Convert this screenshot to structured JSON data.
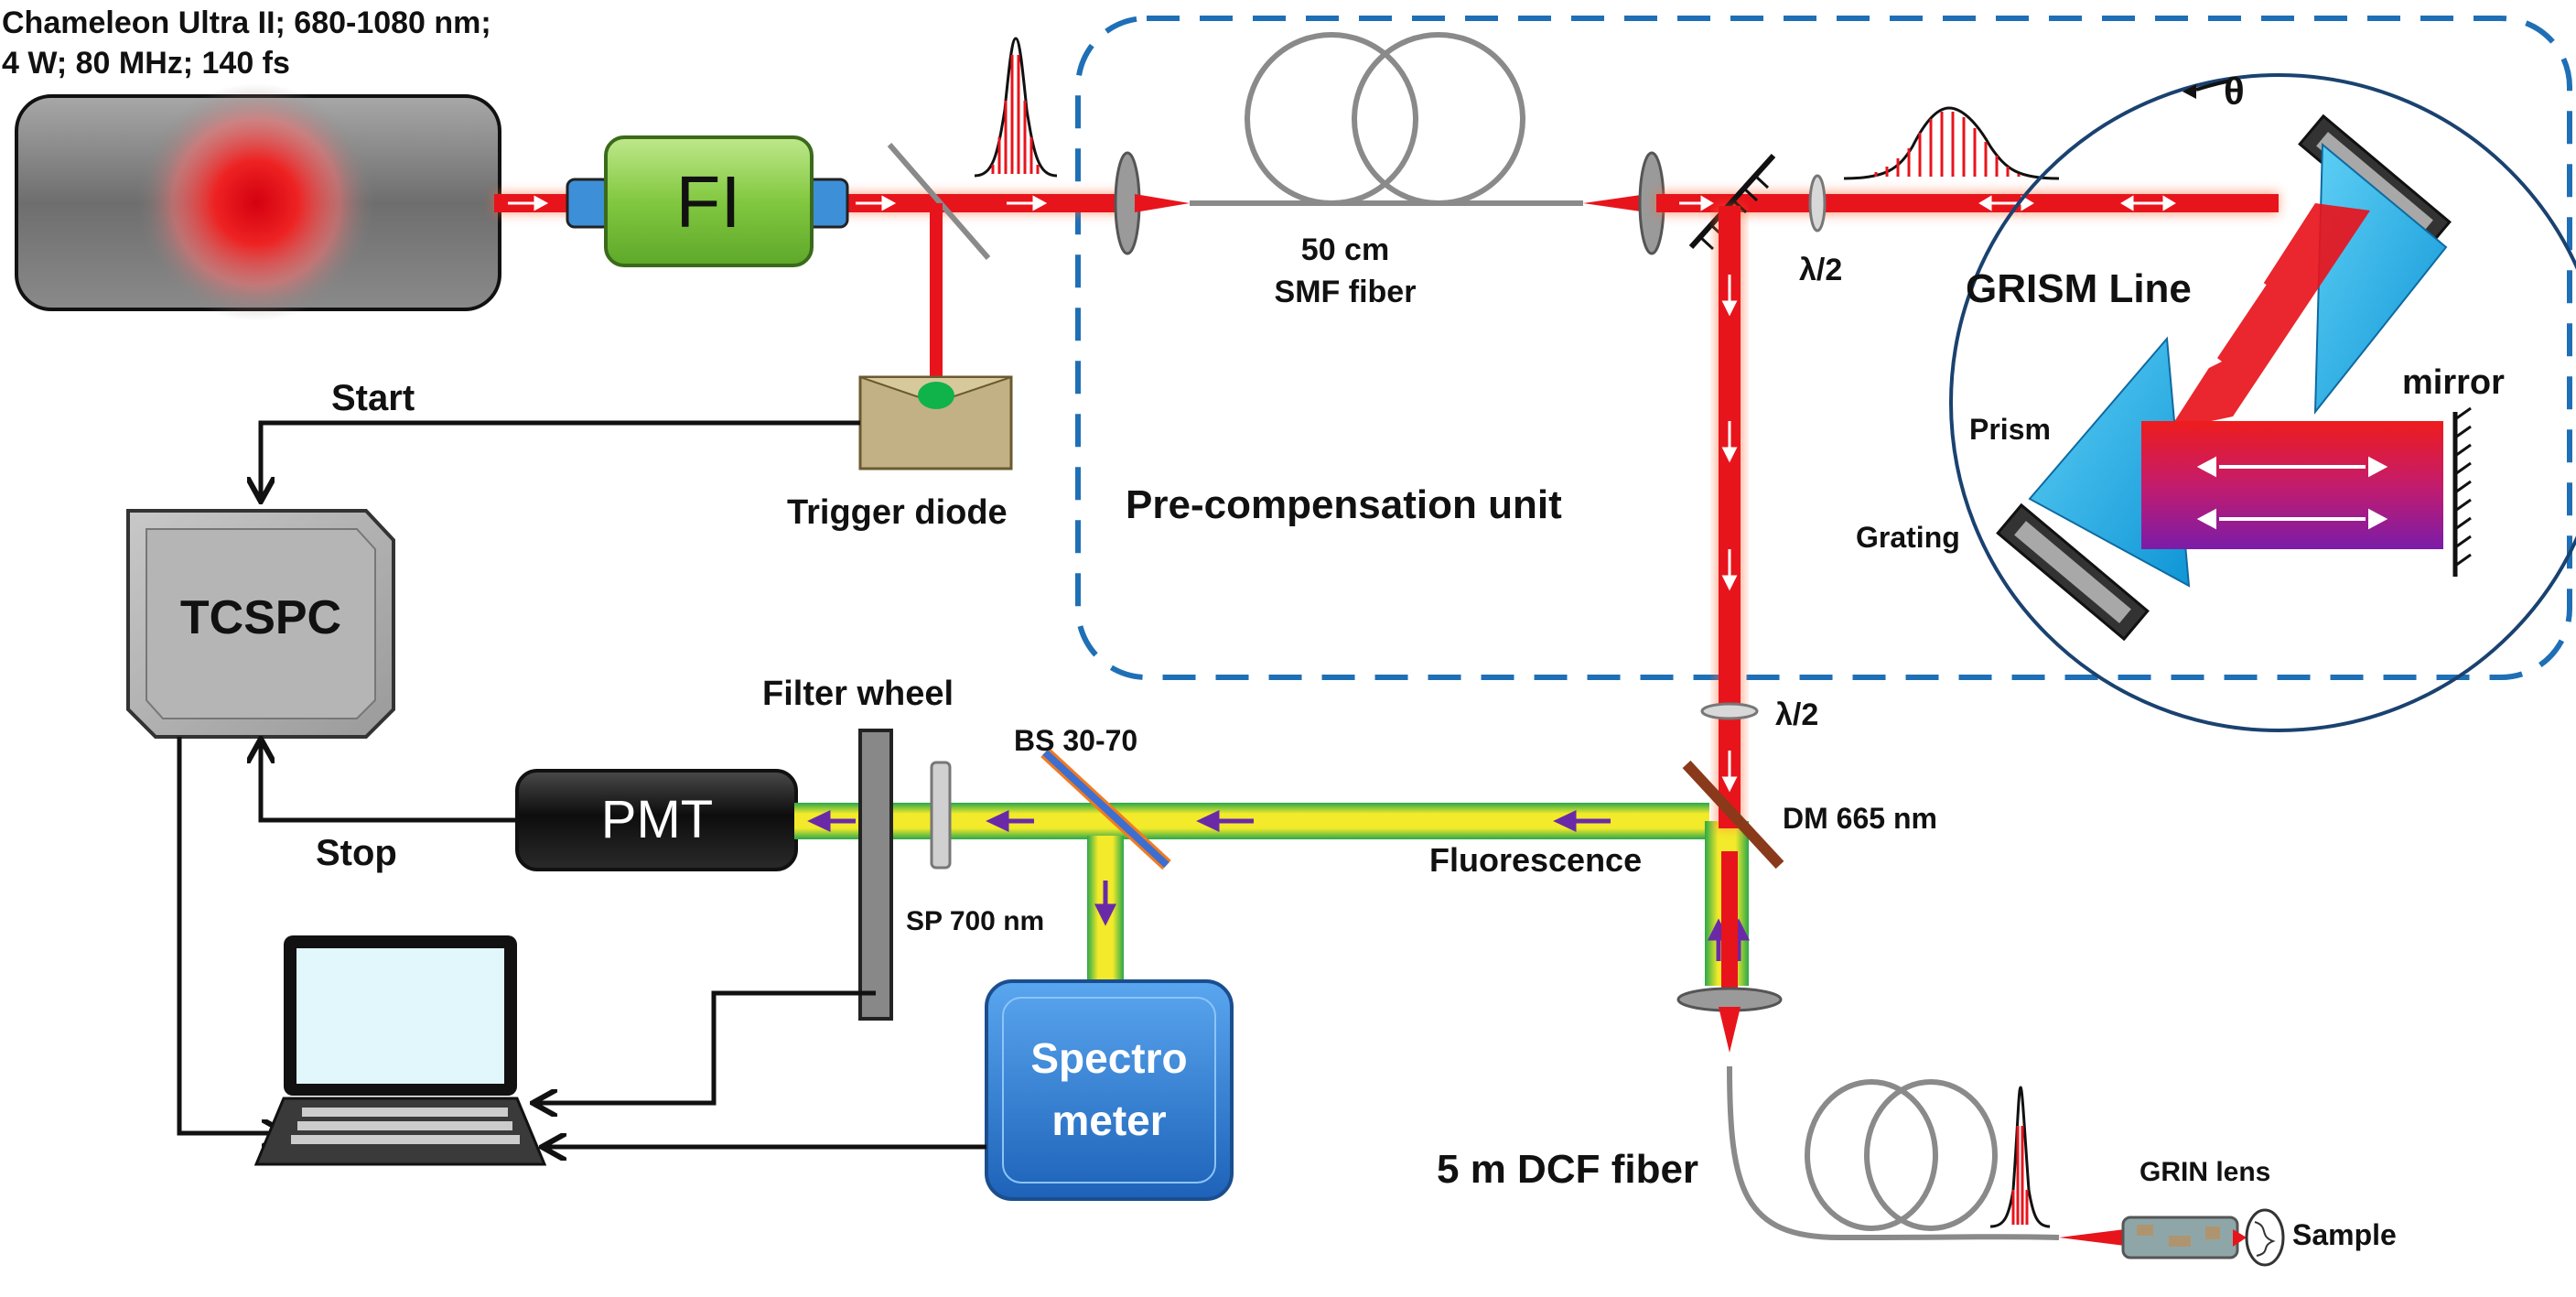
{
  "laser": {
    "spec_line1": "Chameleon Ultra II; 680-1080 nm;",
    "spec_line2": "4 W; 80 MHz; 140 fs"
  },
  "isolator": {
    "label": "FI"
  },
  "trigger": {
    "label": "Trigger diode"
  },
  "tcspc": {
    "label": "TCSPC"
  },
  "signals": {
    "start": "Start",
    "stop": "Stop"
  },
  "precomp": {
    "unit_label": "Pre-compensation unit",
    "fiber_label_1": "50 cm",
    "fiber_label_2": "SMF fiber",
    "halfwave": "λ/2"
  },
  "grism": {
    "title": "GRISM Line",
    "theta": "θ",
    "prism": "Prism",
    "grating": "Grating",
    "mirror": "mirror"
  },
  "detection": {
    "halfwave_2": "λ/2",
    "dm": "DM 665 nm",
    "fluorescence": "Fluorescence",
    "bs": "BS 30-70",
    "filter_wheel": "Filter wheel",
    "sp": "SP 700 nm",
    "pmt": "PMT",
    "spectrometer_1": "Spectro",
    "spectrometer_2": "meter"
  },
  "delivery": {
    "dcf": "5 m DCF fiber",
    "grin": "GRIN lens",
    "sample": "Sample"
  },
  "colors": {
    "beam": "#e8141c",
    "beam_glow": "#ff6a3a",
    "dashed_border": "#1f6fb6",
    "prism": "#1fb0e8",
    "fluorescence_yellow": "#f2ea2a",
    "fluorescence_green": "#2aa84a",
    "arrow_purple": "#6a2aa8",
    "spectrometer": "#2e7fd6",
    "isolator": "#8fd14f"
  }
}
